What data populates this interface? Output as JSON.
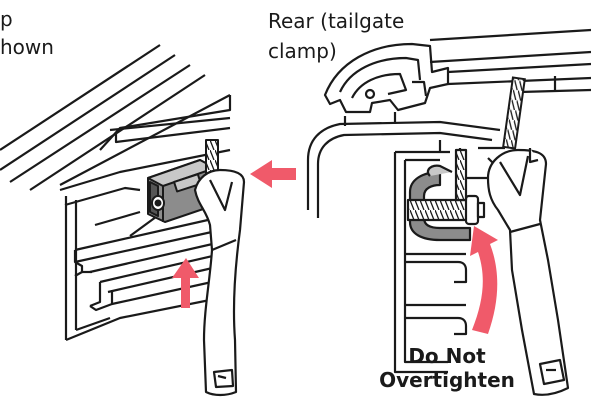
{
  "labels": {
    "left_caption_line1": "p",
    "left_caption_line2": "hown",
    "rear_line1": "Rear (tailgate",
    "rear_line2": "clamp)",
    "warning_line1": "Do Not",
    "warning_line2": "Overtighten"
  },
  "colors": {
    "ink": "#1a1a1a",
    "arrow": "#f05a6a",
    "clamp_gray": "#8c8c8c",
    "clamp_light": "#c8c8c8"
  }
}
